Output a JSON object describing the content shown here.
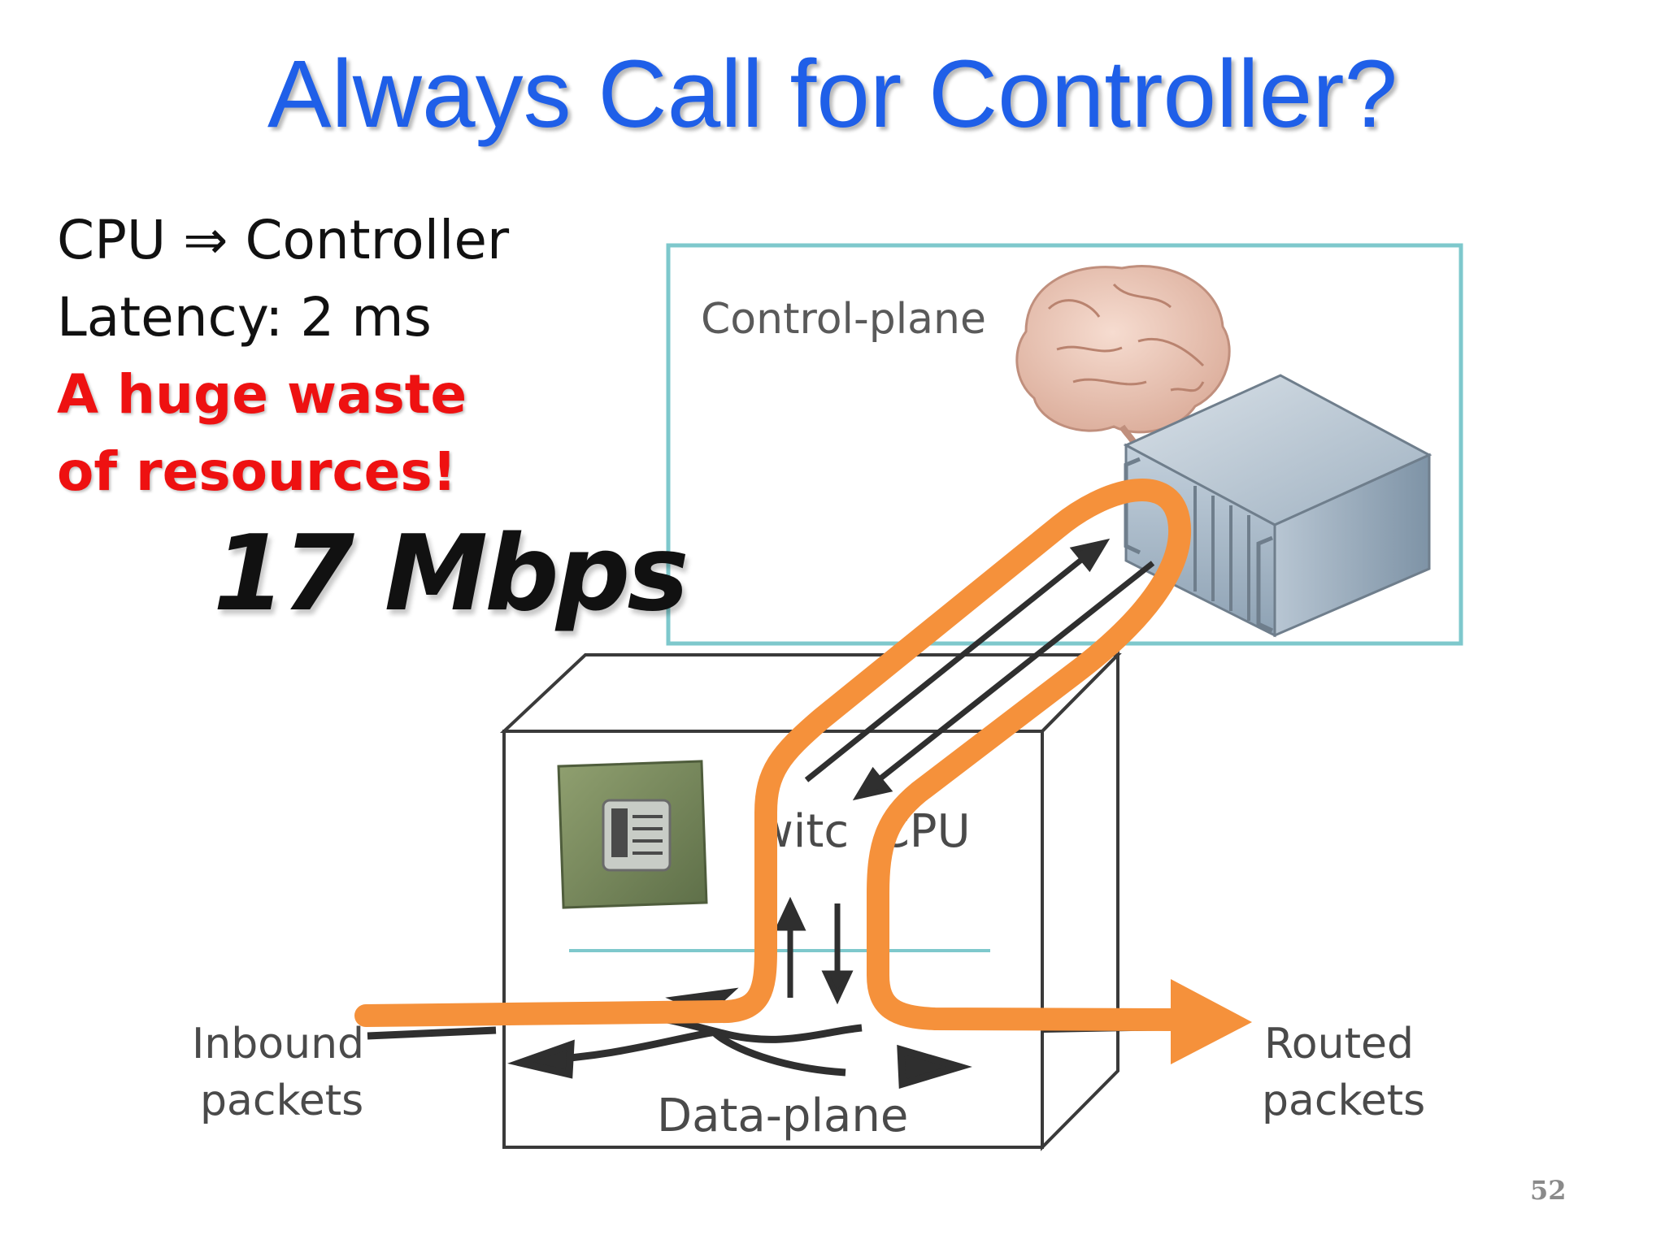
{
  "slide": {
    "title": "Always Call for Controller?",
    "page_number": "52"
  },
  "bullets": {
    "line1": "CPU ⇒ Controller",
    "line2": "Latency: 2 ms",
    "emphasis_line1": "A huge waste",
    "emphasis_line2": "of resources!"
  },
  "throughput": "17 Mbps",
  "diagram": {
    "control_plane_label": "Control-plane",
    "switch_cpu_label": "witc  CPU",
    "data_plane_label": "Data-plane",
    "inbound_label_line1": "Inbound",
    "inbound_label_line2": "packets",
    "routed_label_line1": "Routed",
    "routed_label_line2": "packets",
    "icons": [
      "brain-icon",
      "server-icon",
      "cpu-chip-icon"
    ]
  },
  "colors": {
    "title": "#1f5fe8",
    "emphasis": "#ee1111",
    "flow_path": "#f5913b",
    "control_box_border": "#7ec8cc"
  }
}
